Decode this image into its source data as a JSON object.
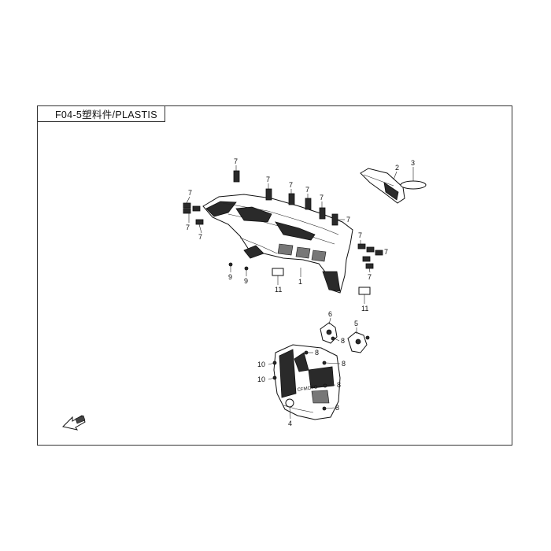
{
  "header": {
    "title": "F04-5塑料件/PLASTIS"
  },
  "callouts": {
    "c1": "1",
    "c2": "2",
    "c3": "3",
    "c4": "4",
    "c5": "5",
    "c6": "6",
    "c7": "7",
    "c8": "8",
    "c9": "9",
    "c10": "10",
    "c11": "11"
  },
  "decal": {
    "brand_text": "CFMOTO"
  },
  "icons": {
    "view_direction": "view-direction-arrow-icon"
  }
}
